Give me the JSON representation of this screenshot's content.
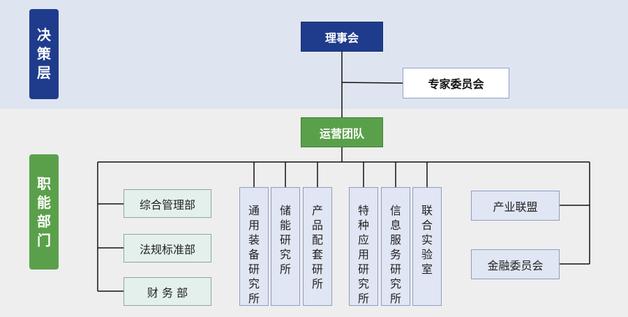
{
  "layers": {
    "decision": "决策层",
    "functional": "职能部门"
  },
  "nodes": {
    "board": "理事会",
    "expert_committee": "专家委员会",
    "operations_team": "运营团队"
  },
  "left_departments": [
    "综合管理部",
    "法规标准部",
    "财 务 部"
  ],
  "institutes": [
    "通用装备研究所",
    "储能研究所",
    "产品配套研所",
    "特种应用研究所",
    "信息服务研究所",
    "联合实验室"
  ],
  "right_units": [
    "产业联盟",
    "金融委员会"
  ],
  "colors": {
    "decision_blue": "#1f3c8c",
    "functional_green": "#5aa04a",
    "top_band": "#dfe5f0",
    "bottom_band": "#eeeeee"
  }
}
